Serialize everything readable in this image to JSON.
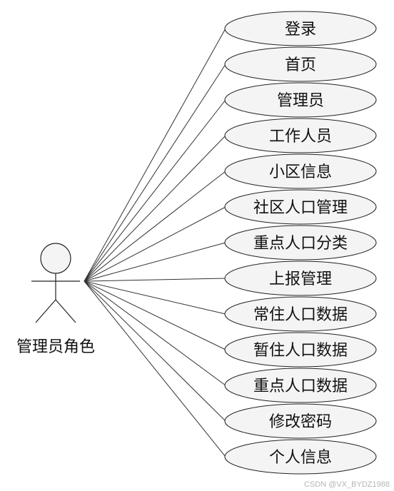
{
  "actor": {
    "label": "管理员角色"
  },
  "use_cases": [
    "登录",
    "首页",
    "管理员",
    "工作人员",
    "小区信息",
    "社区人口管理",
    "重点人口分类",
    "上报管理",
    "常住人口数据",
    "暂住人口数据",
    "重点人口数据",
    "修改密码",
    "个人信息"
  ],
  "watermark": "CSDN @VX_BYDZ1988",
  "colors": {
    "ellipse_fill": "#f4f4f4",
    "stroke": "#222222",
    "text": "#111111"
  }
}
